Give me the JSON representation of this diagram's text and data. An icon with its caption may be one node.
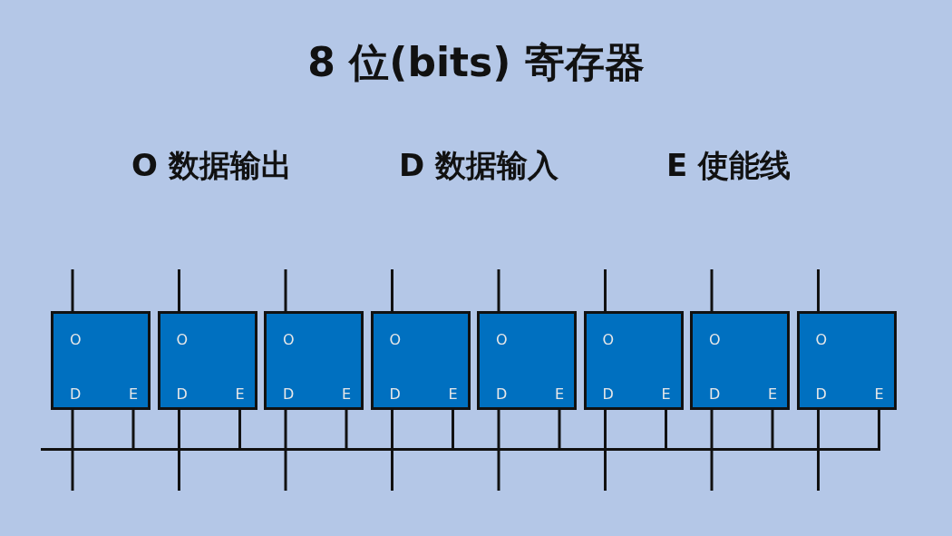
{
  "diagram": {
    "title": "8 位(bits) 寄存器",
    "nodes": [
      {
        "text": [
          "O",
          "D",
          "E"
        ]
      },
      {
        "text": [
          "O",
          "D",
          "E"
        ]
      },
      {
        "text": [
          "O",
          "D",
          "E"
        ]
      },
      {
        "text": [
          "O",
          "D",
          "E"
        ]
      },
      {
        "text": [
          "O",
          "D",
          "E"
        ]
      },
      {
        "text": [
          "O",
          "D",
          "E"
        ]
      },
      {
        "text": [
          "O",
          "D",
          "E"
        ]
      },
      {
        "text": [
          "O",
          "D",
          "E"
        ]
      },
      {
        "text": [],
        "shape": "line"
      }
    ],
    "edges": [
      {
        "from": 0,
        "to": null,
        "arrow": "none"
      },
      {
        "from": 0,
        "to": null,
        "arrow": "none"
      },
      {
        "from": 0,
        "to": 8,
        "arrow": "none"
      },
      {
        "from": 1,
        "to": null,
        "arrow": "none"
      },
      {
        "from": 1,
        "to": null,
        "arrow": "none"
      },
      {
        "from": 1,
        "to": 8,
        "arrow": "none"
      },
      {
        "from": 2,
        "to": null,
        "arrow": "none"
      },
      {
        "from": 2,
        "to": null,
        "arrow": "none"
      },
      {
        "from": 2,
        "to": 8,
        "arrow": "none"
      },
      {
        "from": 3,
        "to": null,
        "arrow": "none"
      },
      {
        "from": 3,
        "to": null,
        "arrow": "none"
      },
      {
        "from": 3,
        "to": 8,
        "arrow": "none"
      },
      {
        "from": 4,
        "to": null,
        "arrow": "none"
      },
      {
        "from": 4,
        "to": null,
        "arrow": "none"
      },
      {
        "from": 4,
        "to": 8,
        "arrow": "none"
      },
      {
        "from": 5,
        "to": null,
        "arrow": "none"
      },
      {
        "from": 5,
        "to": null,
        "arrow": "none"
      },
      {
        "from": 5,
        "to": 8,
        "arrow": "none"
      },
      {
        "from": 6,
        "to": null,
        "arrow": "none"
      },
      {
        "from": 6,
        "to": null,
        "arrow": "none"
      },
      {
        "from": 6,
        "to": 8,
        "arrow": "none"
      },
      {
        "from": 7,
        "to": null,
        "arrow": "none"
      },
      {
        "from": 7,
        "to": null,
        "arrow": "none"
      },
      {
        "from": 7,
        "to": 8,
        "arrow": "none"
      }
    ],
    "labels": [
      "O 数据输出",
      "D 数据输入",
      "E 使能线"
    ]
  }
}
